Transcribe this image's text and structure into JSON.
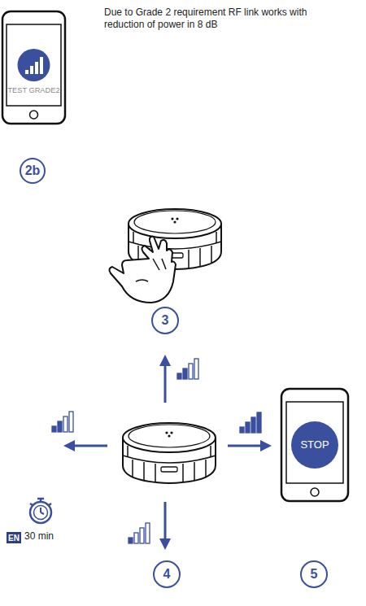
{
  "diagram": {
    "nodes": [
      {
        "text": [
          "TEST GRADE2"
        ]
      },
      {
        "text": [
          "STOP"
        ]
      },
      {
        "text": [
          "EN"
        ]
      }
    ],
    "labels": [
      "Due to Grade 2 requirement RF link works with reduction of power in 8 dB",
      "2b",
      "3",
      "4",
      "5",
      "30 min"
    ]
  }
}
